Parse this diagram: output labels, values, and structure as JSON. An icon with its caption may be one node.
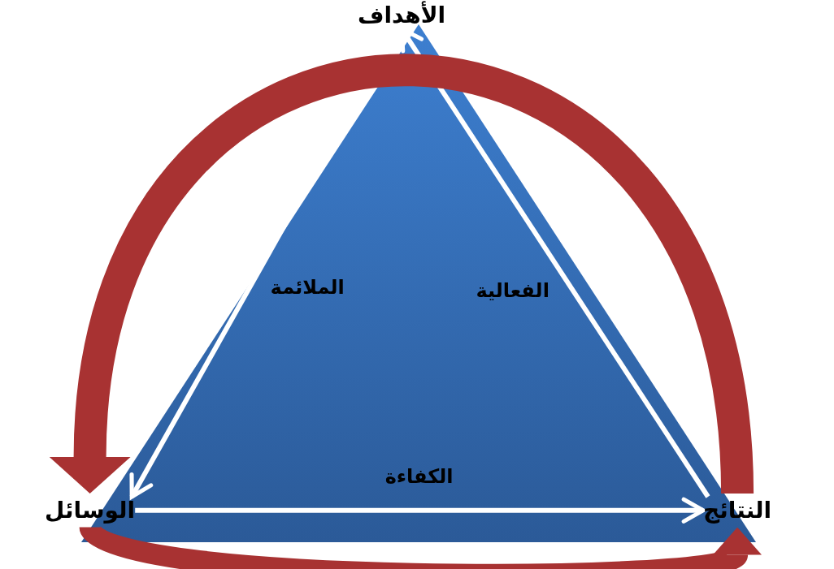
{
  "diagram": {
    "nodes": [
      {
        "text": [
          "الأهداف"
        ]
      },
      {
        "text": [
          "الوسائل"
        ]
      },
      {
        "text": [
          "النتائج"
        ]
      }
    ],
    "edges": [
      {
        "from": 0,
        "to": 1,
        "arrow": "to",
        "label": "الملائمة"
      },
      {
        "from": 1,
        "to": 2,
        "arrow": "to",
        "label": "الكفاءة"
      },
      {
        "from": 2,
        "to": 0,
        "arrow": "to",
        "label": "الفعالية"
      },
      {
        "from": 2,
        "to": 1,
        "arrow": "to",
        "style": "thick",
        "color": "#a83232"
      },
      {
        "from": 1,
        "to": 2,
        "arrow": "to",
        "style": "thick",
        "color": "#a83232"
      }
    ]
  }
}
